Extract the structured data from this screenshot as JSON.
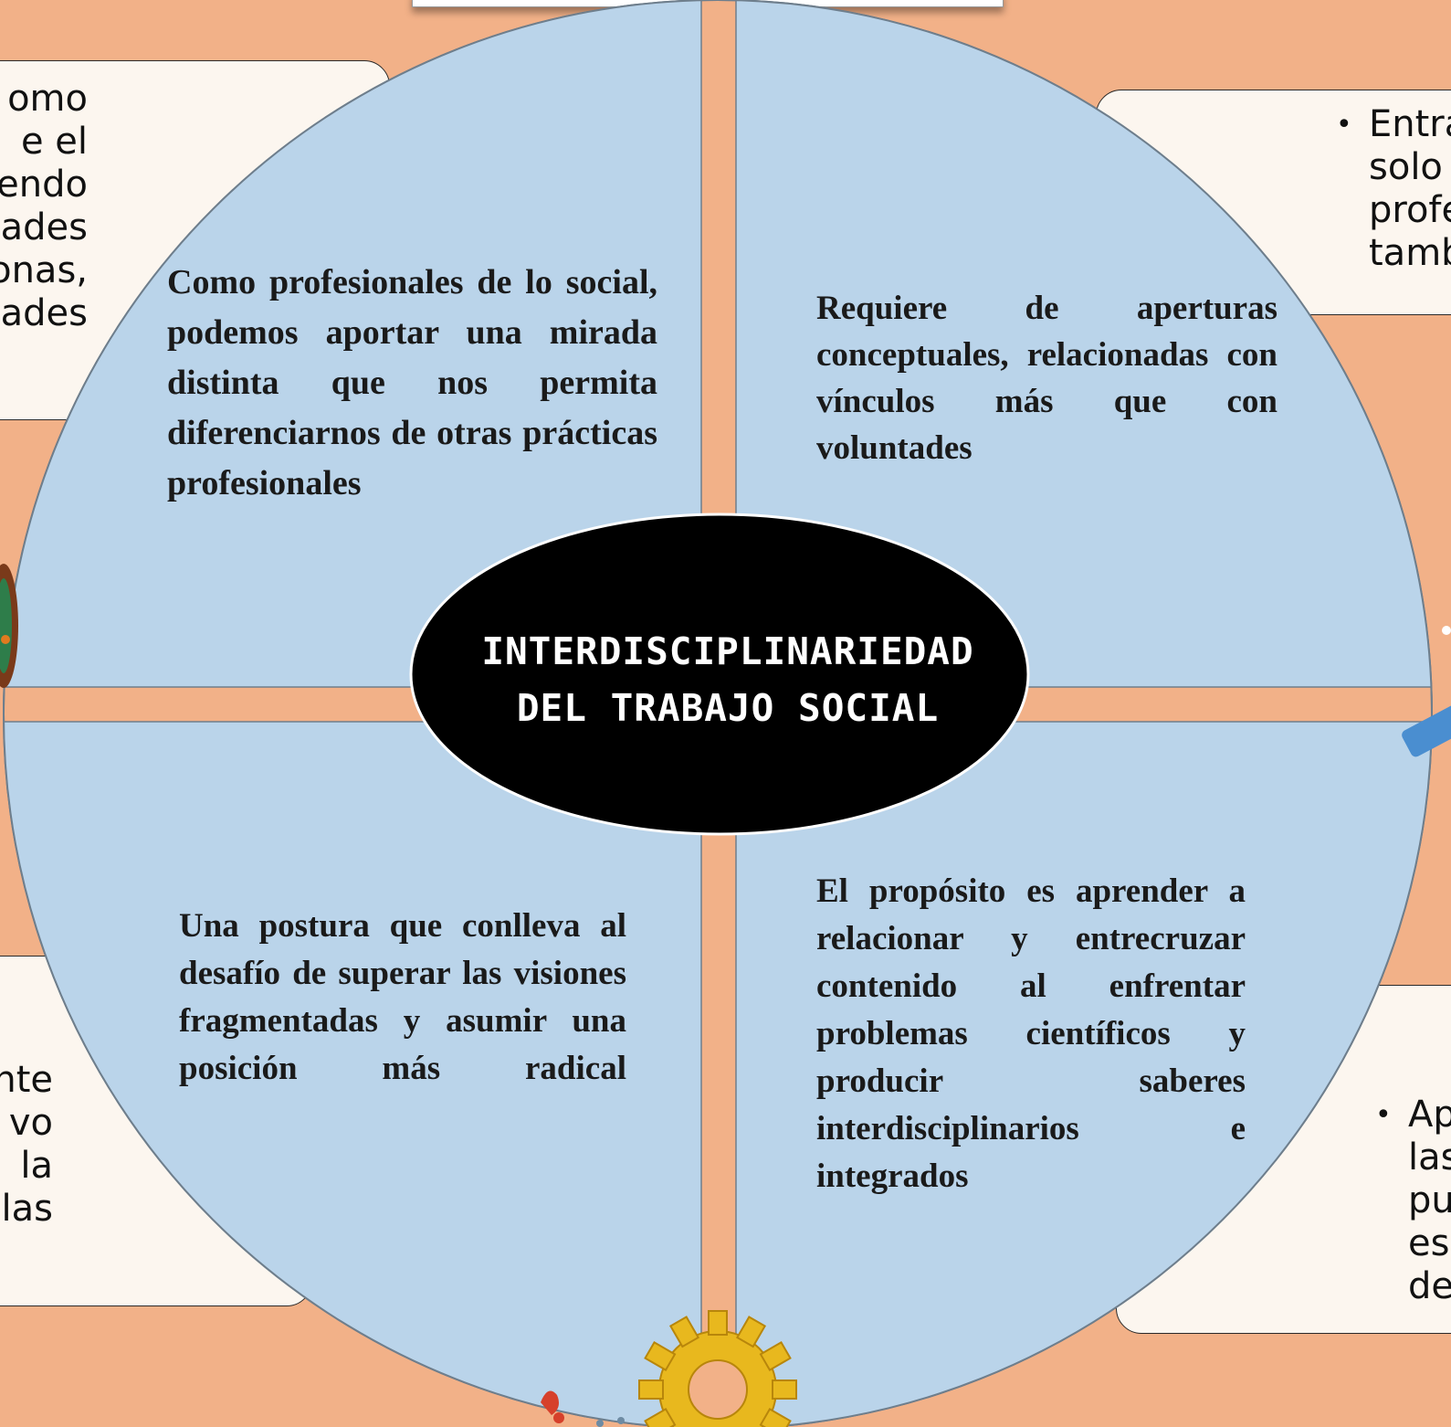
{
  "diagram": {
    "center_title": "INTERDISCIPLINARIEDAD\nDEL TRABAJO SOCIAL",
    "quadrants": {
      "top_left": "Como profesionales de lo social, podemos aportar una mirada distinta que nos permita diferenciarnos de otras prácticas profesionales",
      "top_right": "Requiere de aperturas conceptuales, relacionadas con vínculos más que con voluntades",
      "bottom_left": "Una postura que conlleva al desafío de superar las visiones fragmentadas y asumir una posición más radical",
      "bottom_right": "El propósito es aprender a relacionar y entrecruzar contenido al enfrentar problemas científicos y producir saberes interdisciplinarios e integrados"
    }
  },
  "side_cards": {
    "top_left": "omo\ne el\nendo\nades\nonas,\nades",
    "top_right": "Entra\nsolo\nprofe\ntamb",
    "bottom_left": "nte\nvo\nla\nlas",
    "bottom_right": "Ap\nlas\npu\nes\nde"
  },
  "colors": {
    "background": "#F2B188",
    "quadrant_fill": "#BAD4EA",
    "center_fill": "#000000",
    "card_fill": "#FCF6EF",
    "gear": "#E8B81E"
  }
}
